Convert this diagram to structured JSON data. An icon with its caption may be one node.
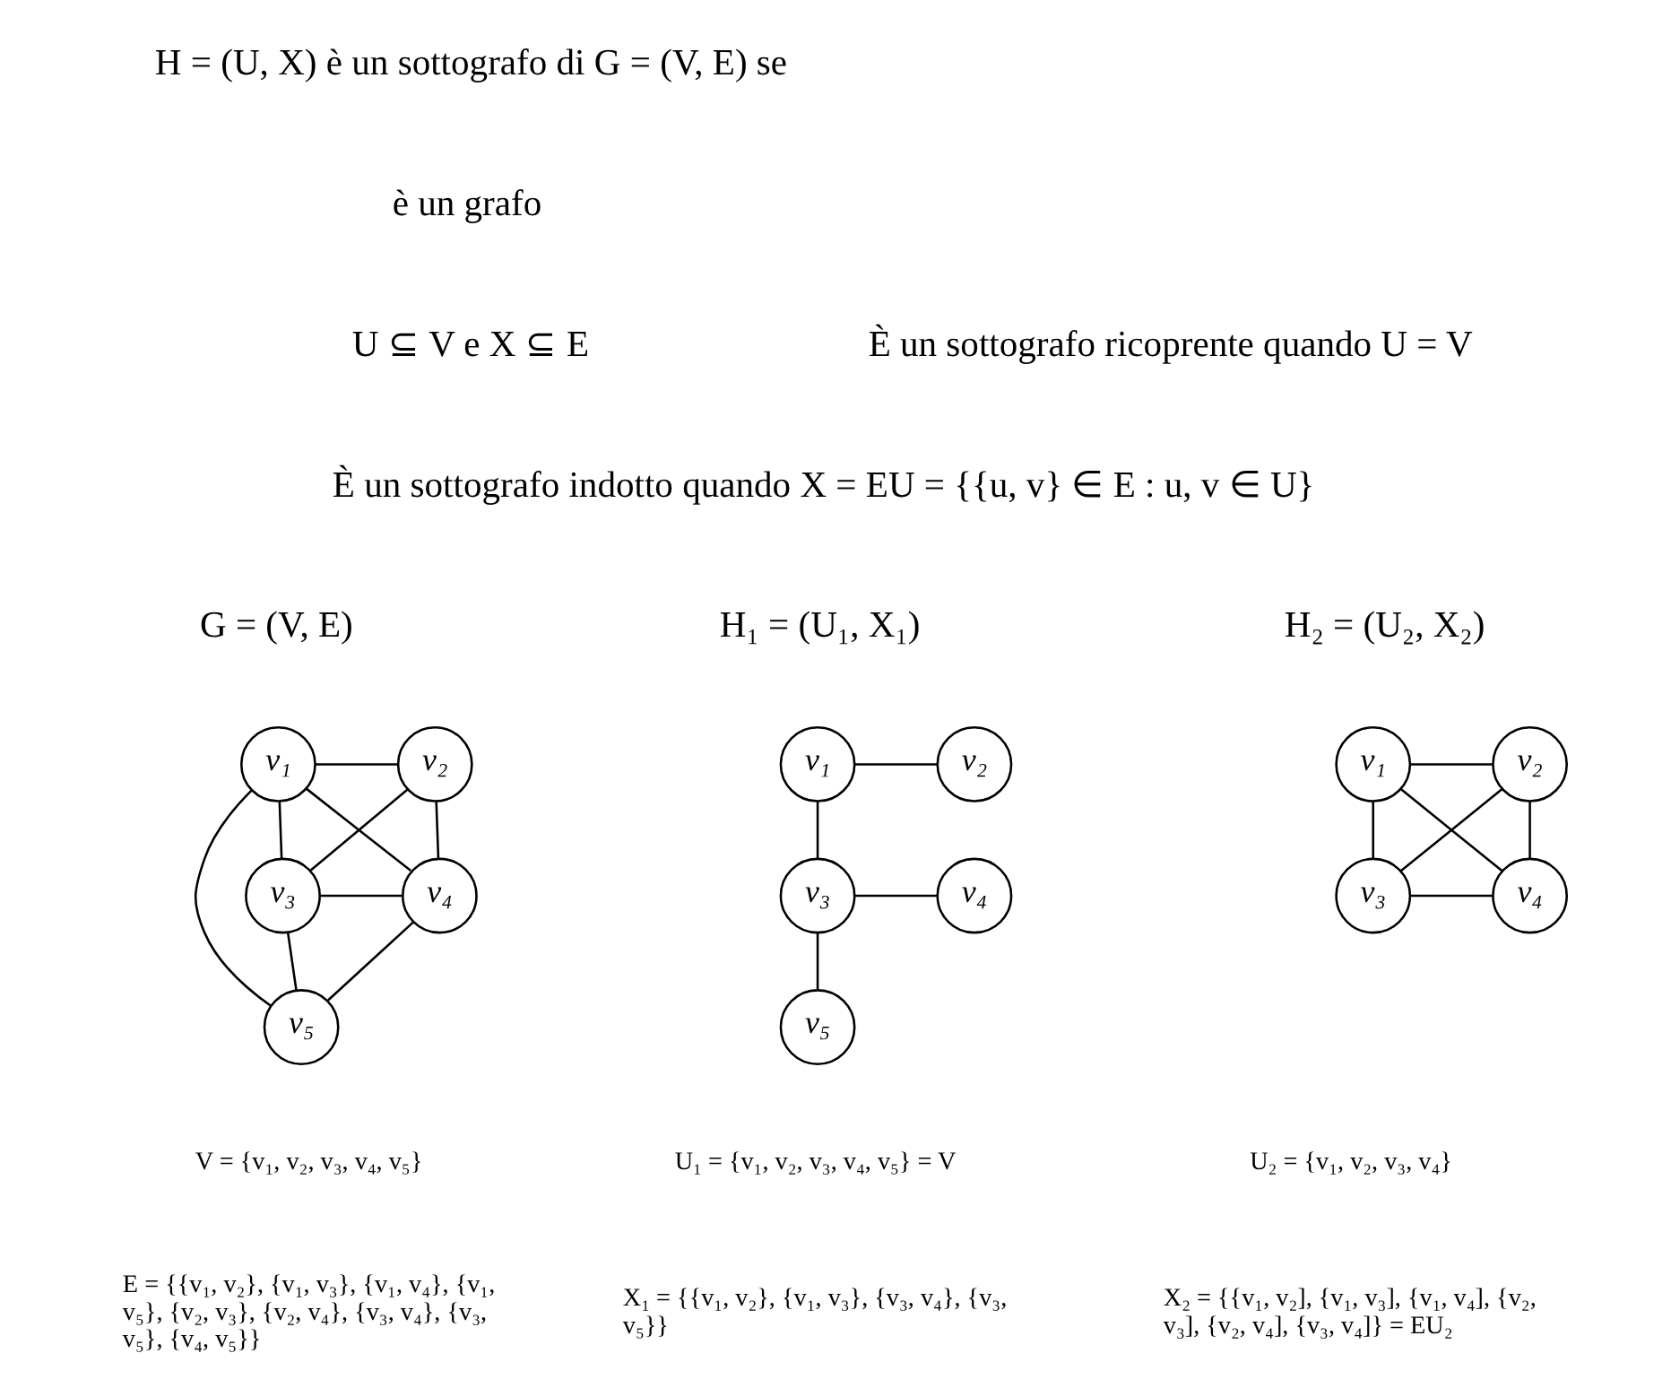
{
  "diagram": {
    "nodes": [
      {
        "text": [
          "v₁"
        ]
      },
      {
        "text": [
          "v₂"
        ]
      },
      {
        "text": [
          "v₃"
        ]
      },
      {
        "text": [
          "v₄"
        ]
      },
      {
        "text": [
          "v₅"
        ]
      },
      {
        "text": [
          "v₁"
        ]
      },
      {
        "text": [
          "v₂"
        ]
      },
      {
        "text": [
          "v₃"
        ]
      },
      {
        "text": [
          "v₄"
        ]
      },
      {
        "text": [
          "v₅"
        ]
      },
      {
        "text": [
          "v₁"
        ]
      },
      {
        "text": [
          "v₂"
        ]
      },
      {
        "text": [
          "v₃"
        ]
      },
      {
        "text": [
          "v₄"
        ]
      }
    ],
    "edges": [
      {
        "from": 0,
        "to": 1,
        "arrow": "none"
      },
      {
        "from": 0,
        "to": 2,
        "arrow": "none"
      },
      {
        "from": 0,
        "to": 3,
        "arrow": "none"
      },
      {
        "from": 0,
        "to": 4,
        "arrow": "none"
      },
      {
        "from": 1,
        "to": 2,
        "arrow": "none"
      },
      {
        "from": 1,
        "to": 3,
        "arrow": "none"
      },
      {
        "from": 2,
        "to": 3,
        "arrow": "none"
      },
      {
        "from": 2,
        "to": 4,
        "arrow": "none"
      },
      {
        "from": 3,
        "to": 4,
        "arrow": "none"
      },
      {
        "from": 5,
        "to": 6,
        "arrow": "none"
      },
      {
        "from": 5,
        "to": 7,
        "arrow": "none"
      },
      {
        "from": 7,
        "to": 8,
        "arrow": "none"
      },
      {
        "from": 7,
        "to": 9,
        "arrow": "none"
      },
      {
        "from": 10,
        "to": 11,
        "arrow": "none"
      },
      {
        "from": 10,
        "to": 12,
        "arrow": "none"
      },
      {
        "from": 10,
        "to": 13,
        "arrow": "none"
      },
      {
        "from": 11,
        "to": 12,
        "arrow": "none"
      },
      {
        "from": 11,
        "to": 13,
        "arrow": "none"
      },
      {
        "from": 12,
        "to": 13,
        "arrow": "none"
      }
    ],
    "labels": [
      "H = (U, X) è un sottografo di G = (V, E) se",
      "è un grafo",
      "U ⊆ V e X ⊆ E",
      "È un sottografo ricoprente quando U = V",
      "È un sottografo indotto quando X = EU = {{u, v} ∈ E : u, v ∈ U}",
      "G = (V, E)",
      "H₁ = (U₁, X₁)",
      "H₂ = (U₂, X₂)",
      "V = {v₁, v₂, v₃, v₄, v₅}",
      "E = {{v₁, v₂}, {v₁, v₃}, {v₁, v₄}, {v₁, v₅}, {v₂, v₃}, {v₂, v₄}, {v₃, v₄}, {v₃, v₅}, {v₄, v₅}}",
      "U₁ = {v₁, v₂, v₃, v₄, v₅} = V",
      "X₁ = {{v₁, v₂}, {v₁, v₃}, {v₃, v₄}, {v₃, v₅}}",
      "U₂ = {v₁, v₂, v₃, v₄}",
      "X₂ = {{v₁, v₂], {v₁, v₃], {v₁, v₄], {v₂, v₃], {v₂, v₄], {v₃, v₄]} = EU₂"
    ]
  }
}
